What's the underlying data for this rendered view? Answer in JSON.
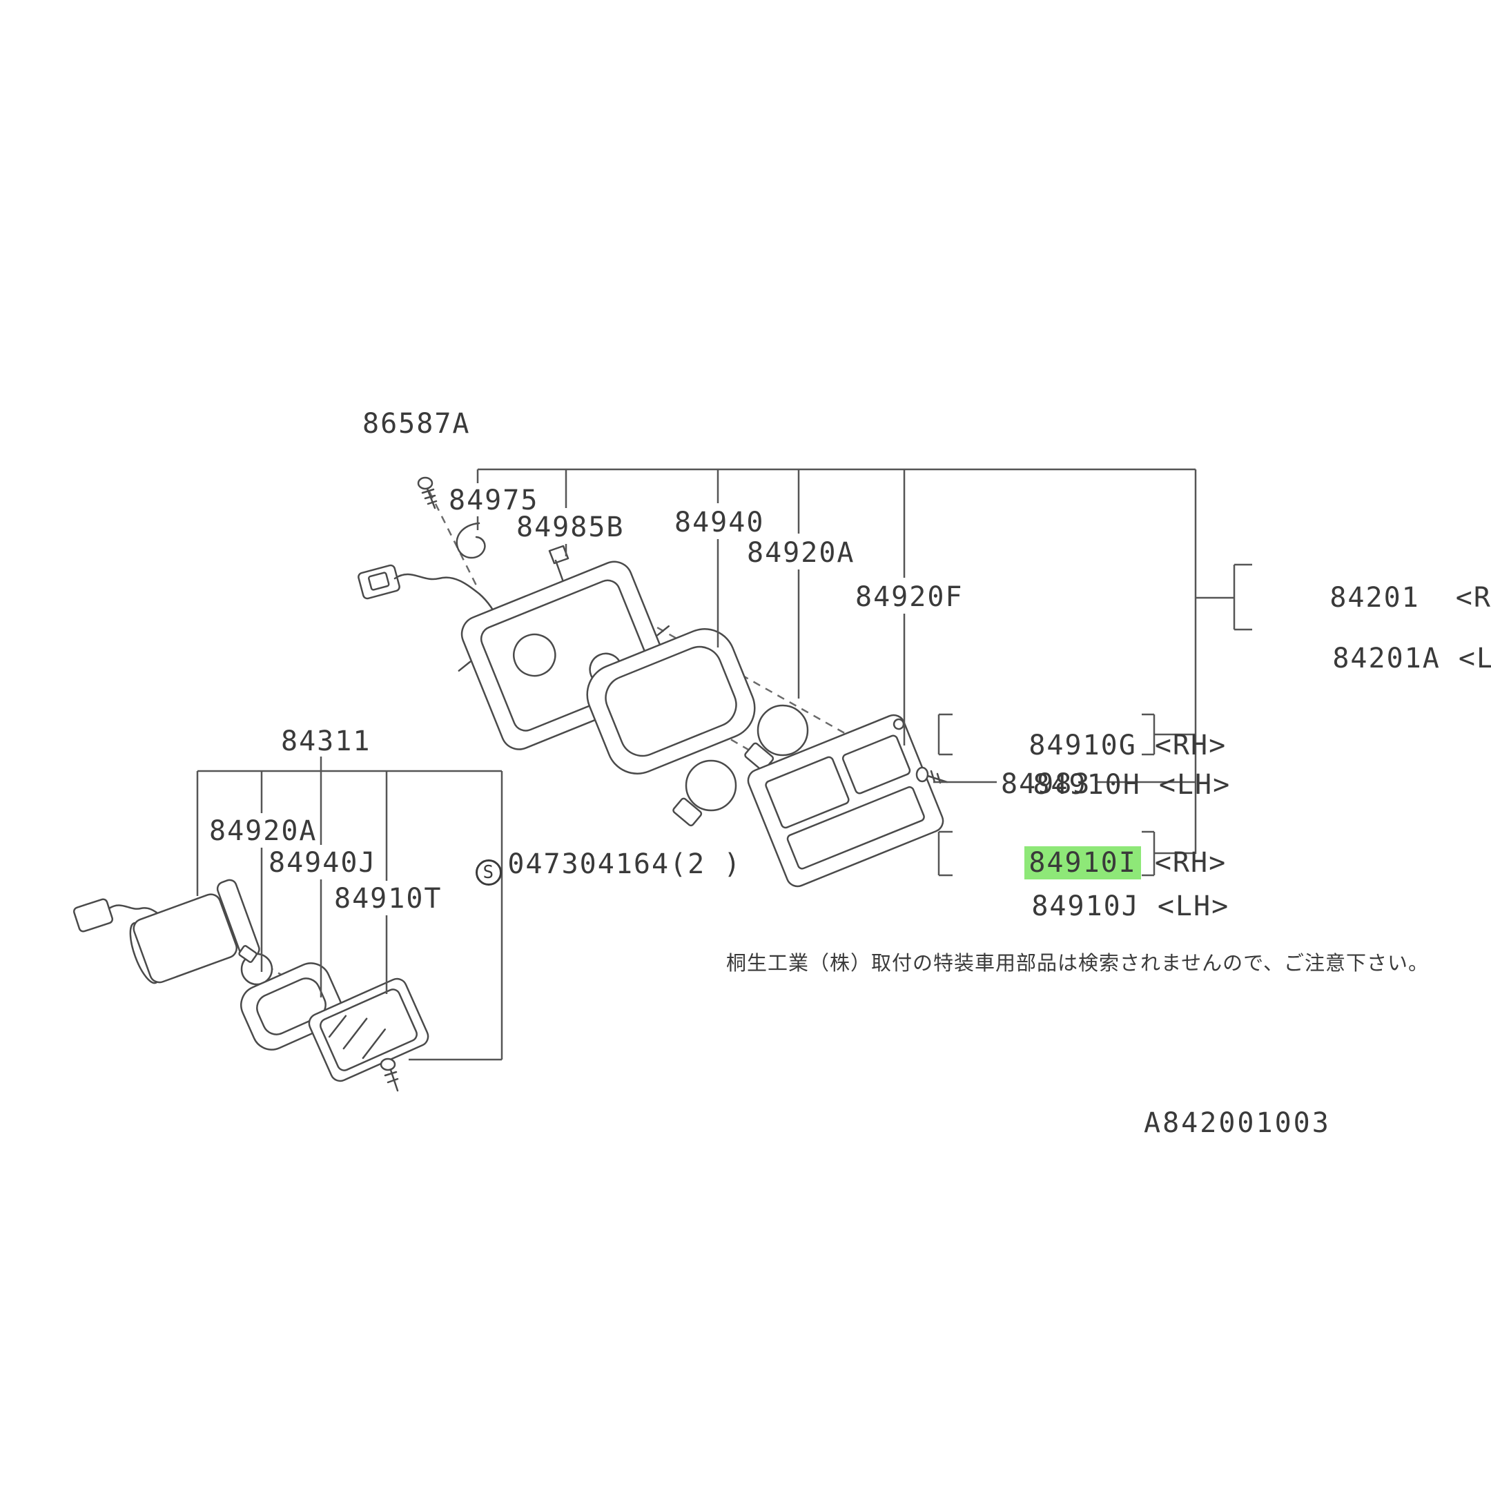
{
  "colors": {
    "background": "#ffffff",
    "ink": "#3a3a3a",
    "line": "#555555",
    "highlight": "#8ee878"
  },
  "labels": {
    "p86587A": "86587A",
    "p84975": "84975",
    "p84985B": "84985B",
    "p84940": "84940",
    "p84920A_top": "84920A",
    "p84920F": "84920F",
    "p84201": {
      "num": "84201",
      "side": "<RH>"
    },
    "p84201A": {
      "num": "84201A",
      "side": "<LH>"
    },
    "p84910G": {
      "num": "84910G",
      "side": "<RH>"
    },
    "p84910H": {
      "num": "84910H",
      "side": "<LH>"
    },
    "p84983": "84983",
    "p84910I": {
      "num": "84910I",
      "side": "<RH>",
      "highlighted": true
    },
    "p84910J": {
      "num": "84910J",
      "side": "<LH>"
    },
    "p84311": "84311",
    "p84920A_bottom": "84920A",
    "p84940J": "84940J",
    "p84910T": "84910T",
    "screw_spec": {
      "symbol": "S",
      "number": "047304164(2 )"
    }
  },
  "footnote": "桐生工業（株）取付の特装車用部品は検索されませんので、ご注意下さい。",
  "diagram_code": "A842001003"
}
